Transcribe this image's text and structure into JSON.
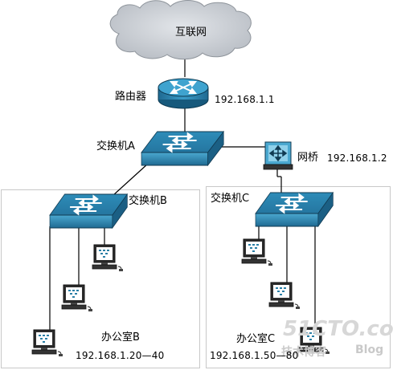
{
  "title": "",
  "nodes": {
    "internet": {
      "label": "互联网"
    },
    "router": {
      "label": "路由器",
      "ip": "192.168.1.1"
    },
    "switch_a": {
      "label": "交换机A"
    },
    "bridge": {
      "label": "网桥",
      "ip": "192.168.1.2"
    },
    "switch_b": {
      "label": "交换机B"
    },
    "switch_c": {
      "label": "交换机C"
    }
  },
  "offices": {
    "b": {
      "label": "办公室B",
      "ip_range": "192.168.1.20—40"
    },
    "c": {
      "label": "办公室C",
      "ip_range": "192.168.1.50—80"
    }
  },
  "watermark": {
    "main": "51CTO.com",
    "sub": "技术博客",
    "sub2": "Blog"
  },
  "colors": {
    "cloud": "#c8ccd2",
    "device_blue": "#2a7fa6",
    "device_light": "#5ab3d8",
    "line": "#000000",
    "office_border": "#c8c8c8"
  }
}
